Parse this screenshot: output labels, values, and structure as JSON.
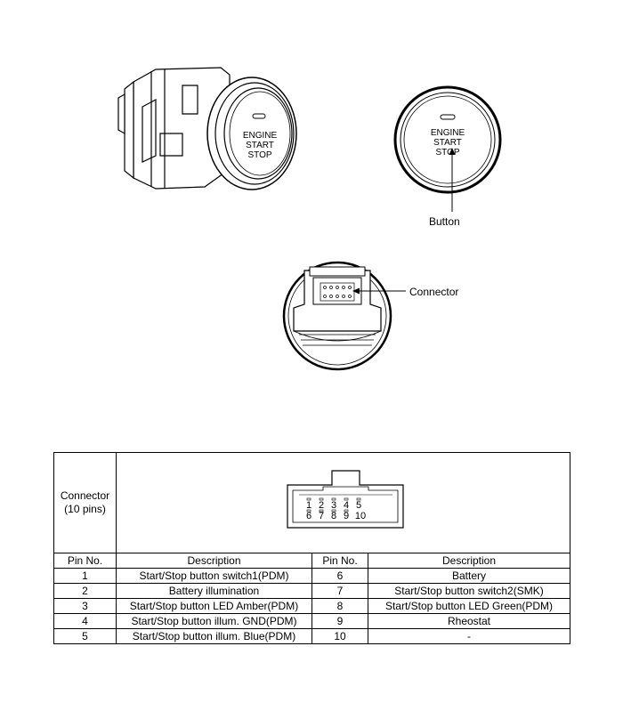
{
  "figure": {
    "button_face_text": [
      "ENGINE",
      "START",
      "STOP"
    ],
    "callouts": {
      "button": "Button",
      "connector": "Connector"
    }
  },
  "connector_table": {
    "connector_label_line1": "Connector",
    "connector_label_line2": "(10 pins)",
    "pin_numbers_top": [
      "1",
      "2",
      "3",
      "4",
      "5"
    ],
    "pin_numbers_bottom": [
      "6",
      "7",
      "8",
      "9",
      "10"
    ],
    "headers": [
      "Pin No.",
      "Description",
      "Pin No.",
      "Description"
    ],
    "rows": [
      [
        "1",
        "Start/Stop button switch1(PDM)",
        "6",
        "Battery"
      ],
      [
        "2",
        "Battery illumination",
        "7",
        "Start/Stop button switch2(SMK)"
      ],
      [
        "3",
        "Start/Stop button LED Amber(PDM)",
        "8",
        "Start/Stop button LED Green(PDM)"
      ],
      [
        "4",
        "Start/Stop button illum. GND(PDM)",
        "9",
        "Rheostat"
      ],
      [
        "5",
        "Start/Stop button illum. Blue(PDM)",
        "10",
        "-"
      ]
    ]
  }
}
